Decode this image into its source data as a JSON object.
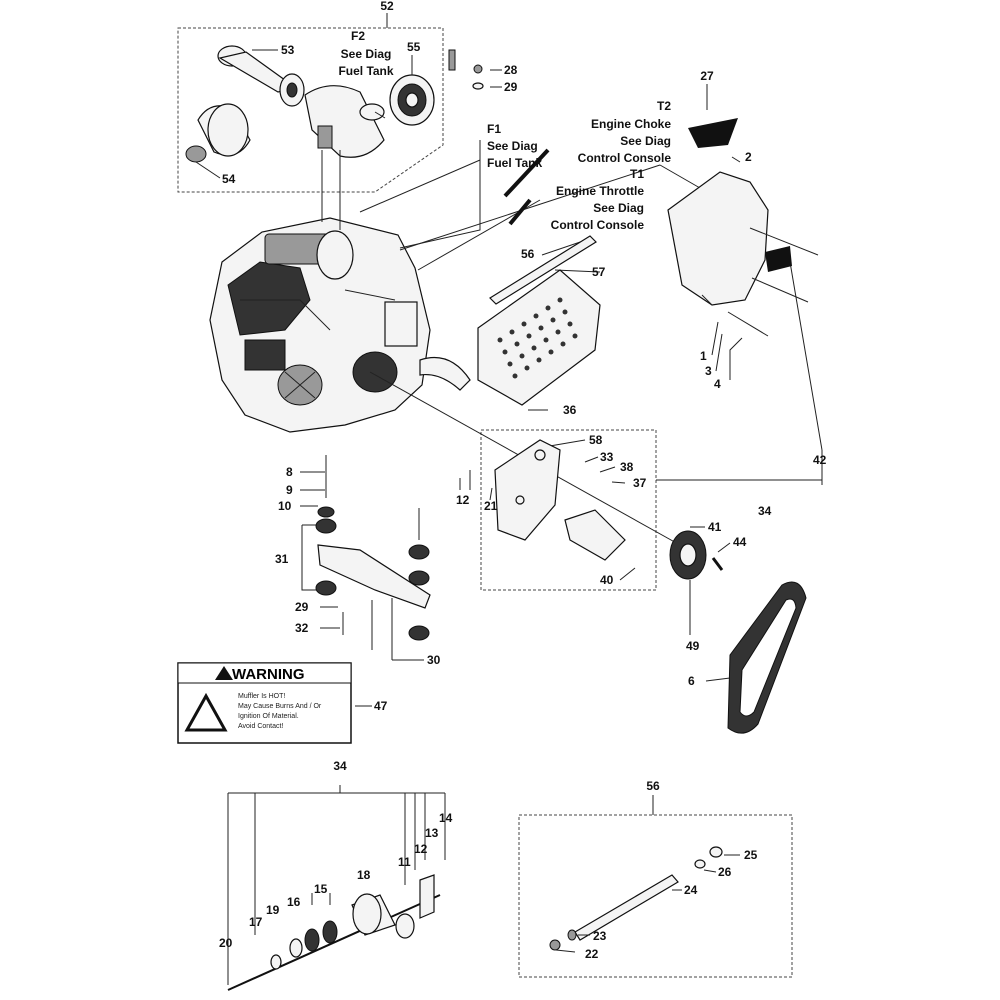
{
  "callouts": {
    "c1": "1",
    "c2": "2",
    "c3": "3",
    "c4": "4",
    "c6": "6",
    "c8": "8",
    "c9": "9",
    "c10": "10",
    "c11": "11",
    "c12a": "12",
    "c12b": "12",
    "c13": "13",
    "c14": "14",
    "c15": "15",
    "c16": "16",
    "c17": "17",
    "c18": "18",
    "c19": "19",
    "c20": "20",
    "c21": "21",
    "c22": "22",
    "c23": "23",
    "c24": "24",
    "c25": "25",
    "c26": "26",
    "c27": "27",
    "c28": "28",
    "c29a": "29",
    "c29b": "29",
    "c30": "30",
    "c31": "31",
    "c32": "32",
    "c33": "33",
    "c34a": "34",
    "c34b": "34",
    "c36": "36",
    "c37": "37",
    "c38": "38",
    "c40": "40",
    "c41": "41",
    "c42": "42",
    "c44": "44",
    "c47": "47",
    "c49": "49",
    "c52": "52",
    "c53": "53",
    "c54": "54",
    "c55": "55",
    "c56a": "56",
    "c56b": "56",
    "c57": "57",
    "c58": "58"
  },
  "refs": {
    "f2": {
      "code": "F2",
      "line1": "See Diag",
      "line2": "Fuel Tank"
    },
    "f1": {
      "code": "F1",
      "line1": "See Diag",
      "line2": "Fuel Tank"
    },
    "t2": {
      "code": "T2",
      "line1": "Engine Choke",
      "line2": "See Diag",
      "line3": "Control Console"
    },
    "t1": {
      "code": "T1",
      "line1": "Engine Throttle",
      "line2": "See Diag",
      "line3": "Control Console"
    }
  },
  "warning_label": {
    "title": "WARNING",
    "lines": [
      "Muffler Is HOT!",
      "May Cause Burns And / Or",
      "Ignition Of Material.",
      "Avoid Contact!"
    ]
  }
}
